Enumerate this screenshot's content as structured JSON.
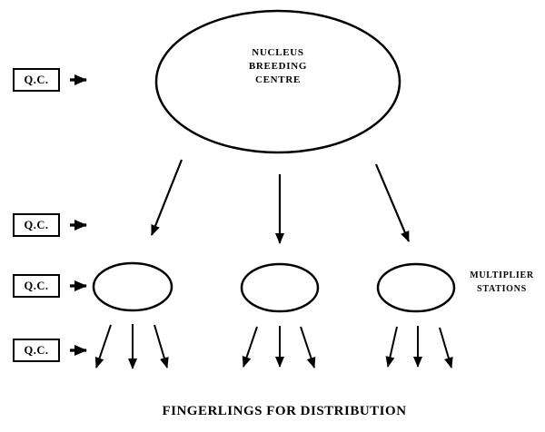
{
  "diagram": {
    "background_color": "#ffffff",
    "line_color": "#000000",
    "nucleus_label": "NUCLEUS\nBREEDING\nCENTRE",
    "multiplier_label": "MULTIPLIER\nSTATIONS",
    "bottom_title": "FINGERLINGS FOR DISTRIBUTION",
    "qc_boxes": [
      {
        "label": "Q.C."
      },
      {
        "label": "Q.C."
      },
      {
        "label": "Q.C."
      },
      {
        "label": "Q.C."
      }
    ]
  }
}
